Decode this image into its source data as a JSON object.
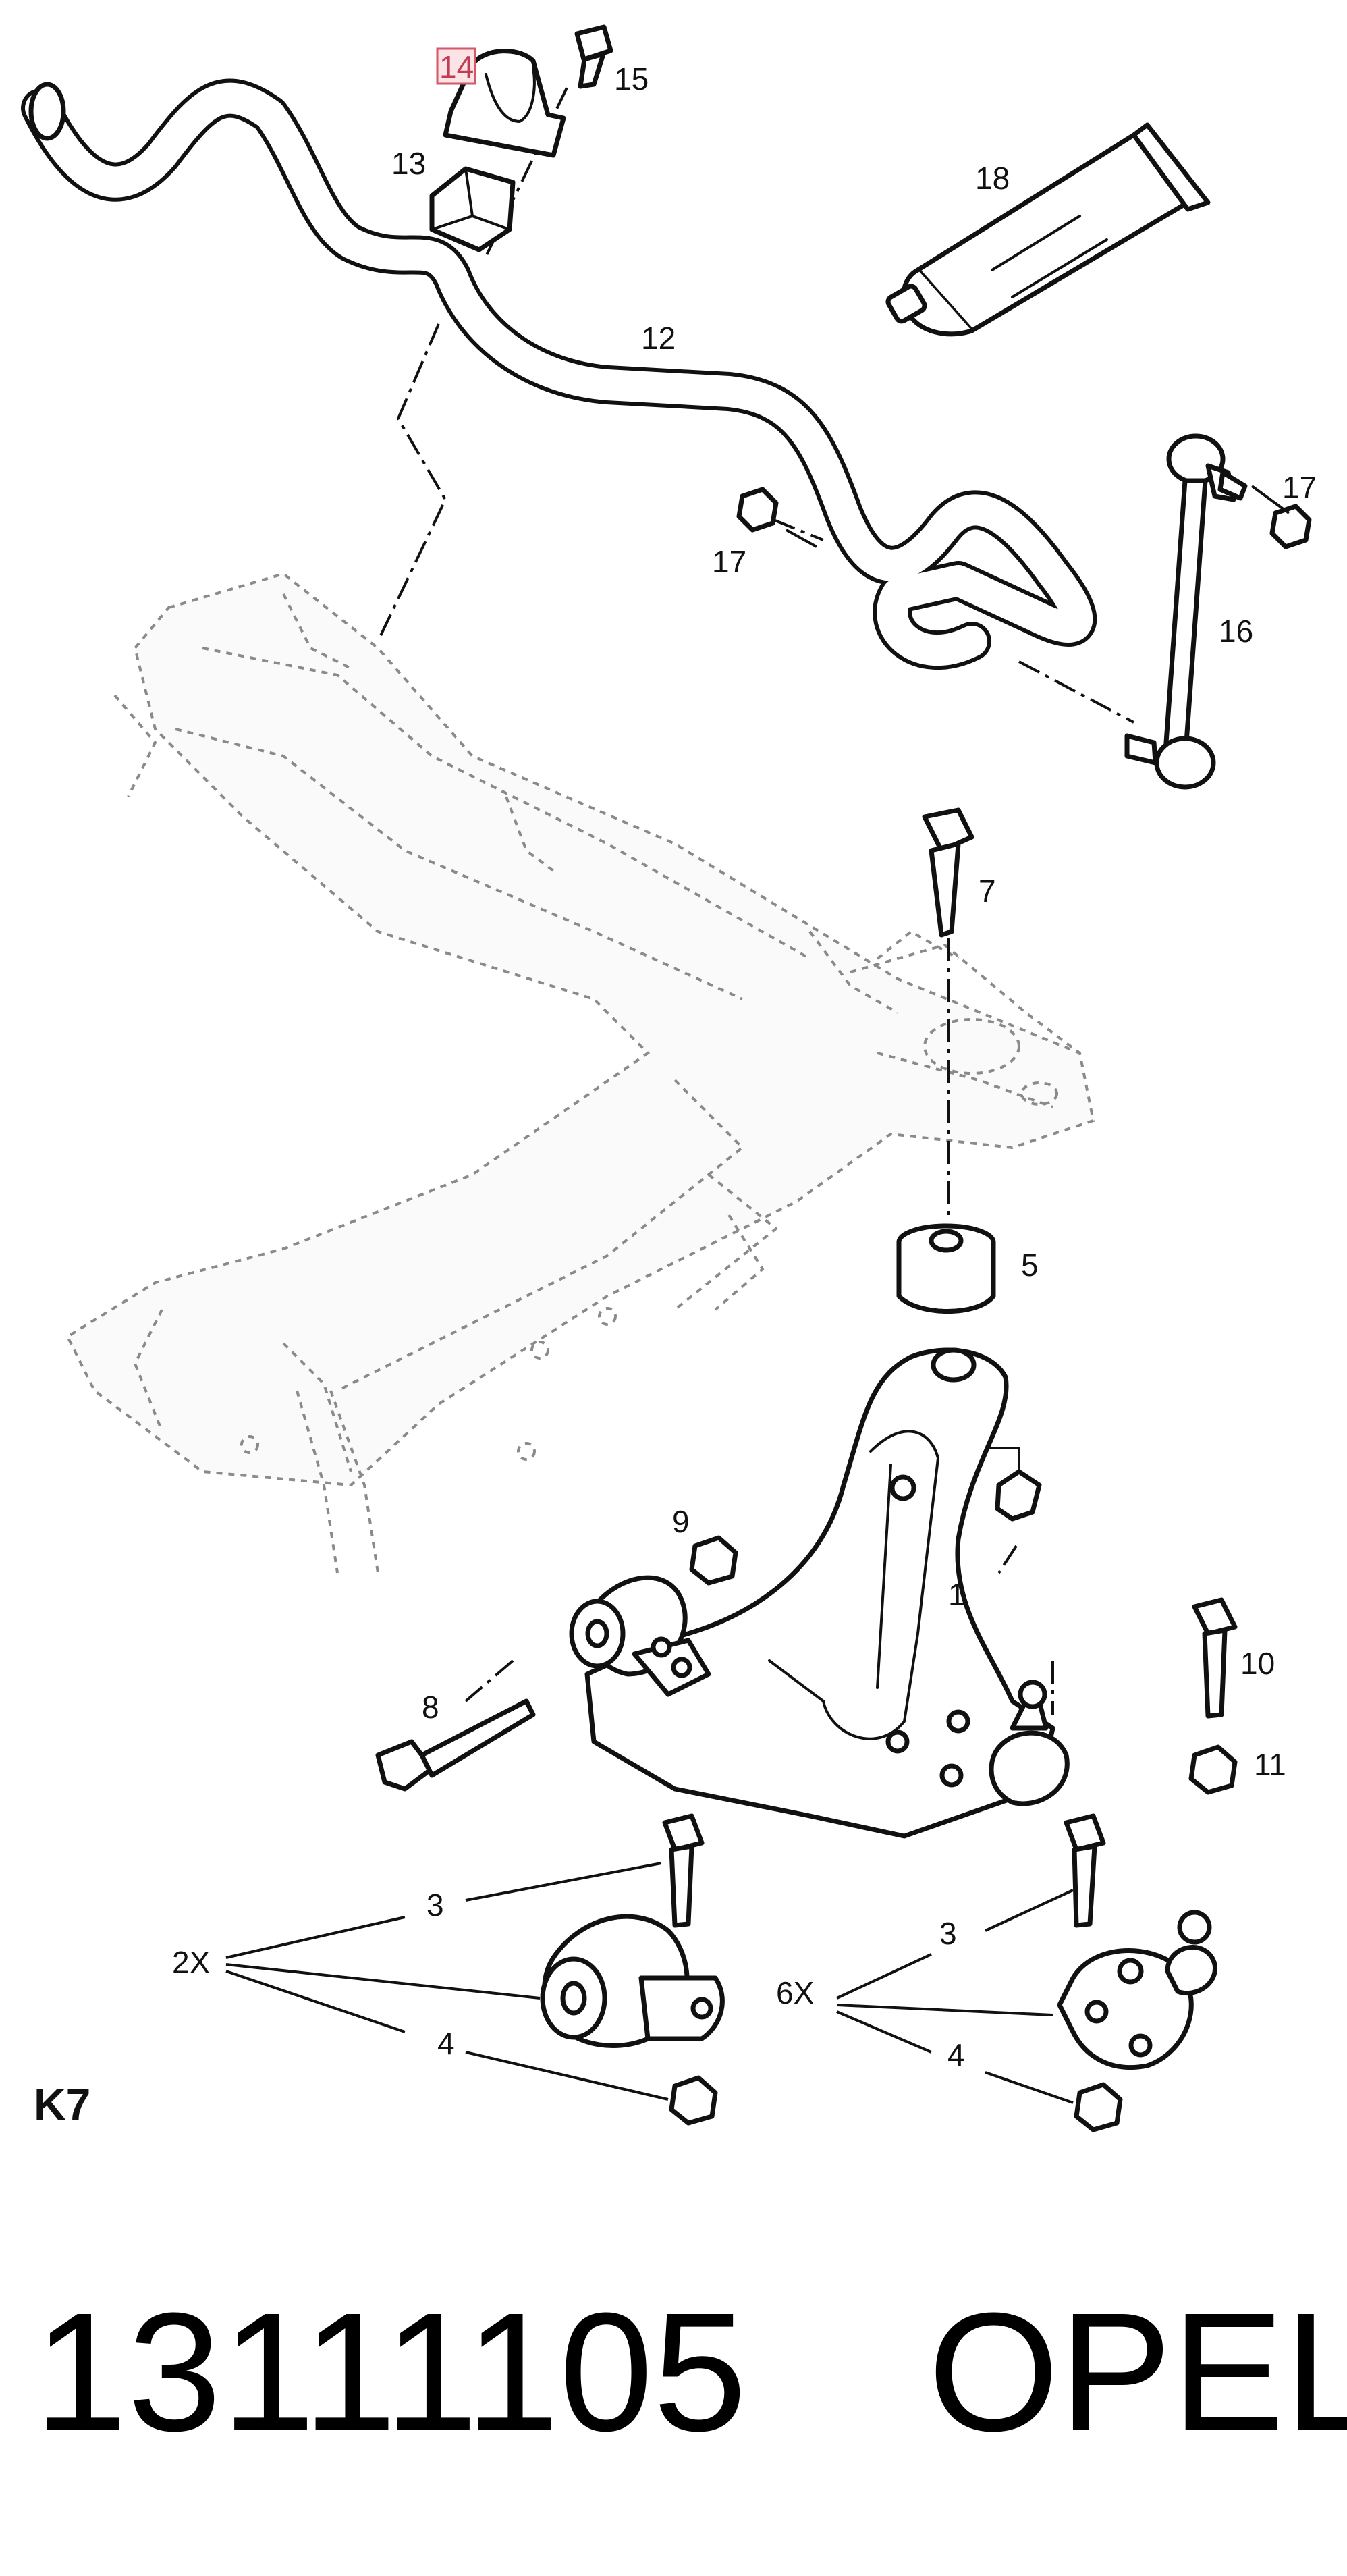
{
  "callouts": {
    "c1": "1",
    "c2x": "2X",
    "c3a": "3",
    "c3b": "3",
    "c4a": "4",
    "c4b": "4",
    "c5": "5",
    "c6x": "6X",
    "c7": "7",
    "c8": "8",
    "c9": "9",
    "c10": "10",
    "c11": "11",
    "c12": "12",
    "c13": "13",
    "c14": "14",
    "c15": "15",
    "c16": "16",
    "c17a": "17",
    "c17b": "17",
    "c18": "18"
  },
  "section_label": "K7",
  "footer": {
    "part_number": "13111105",
    "brand": "OPEL"
  },
  "colors": {
    "highlight_box": "#fbe3e6",
    "highlight_border": "#d6566a",
    "highlight_text": "#c23b53"
  }
}
